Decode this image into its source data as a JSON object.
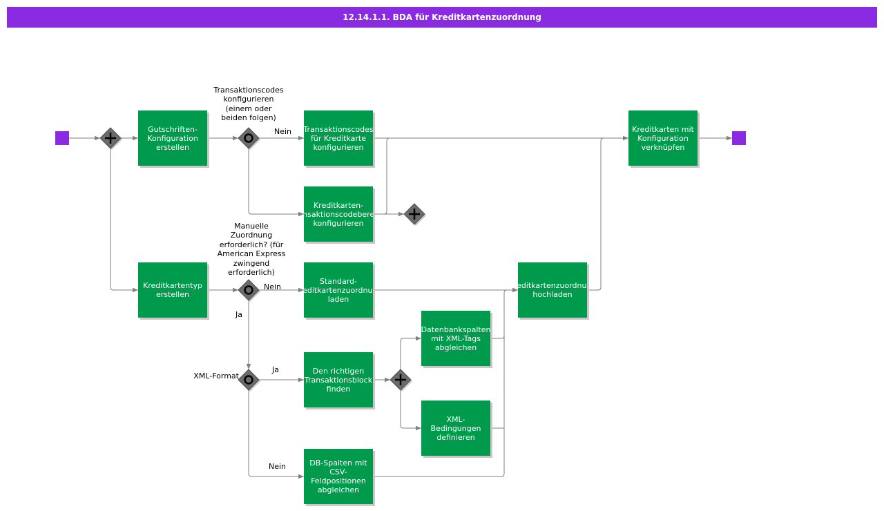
{
  "title": "12.14.1.1. BDA für Kreditkartenzuordnung",
  "colors": {
    "title_bar": "#8a2be2",
    "task": "#009a4c",
    "event": "#8a2be2",
    "gateway": "#6b6b6b",
    "flow": "#7f7f7f"
  },
  "tasks": {
    "gutschriften": "Gutschriften-\nKonfiguration\nerstellen",
    "transaktionscodes": "Transaktionscodes\nfür Kreditkarte\nkonfigurieren",
    "kreditkarten_transaktion": "Kreditkarten-\nTransaktionscodebereich\nkonfigurieren",
    "kreditkartentyp": "Kreditkartentyp\nerstellen",
    "standard": "Standard-\nKreditkartenzuordnung\nladen",
    "hochladen": "Kreditkartenzuordnung\nhochladen",
    "verknuepfen": "Kreditkarten mit\nKonfiguration\nverknüpfen",
    "datenbankspalten": "Datenbankspalten\nmit XML-Tags\nabgleichen",
    "transaktionsblock": "Den richtigen\nTransaktionsblock\nfinden",
    "xml_bedingungen": "XML-\nBedingungen\ndefinieren",
    "db_spalten": "DB-Spalten mit\nCSV-\nFeldpositionen\nabgleichen"
  },
  "gateways": {
    "transaktionscodes_question": "Transaktionscodes\nkonfigurieren\n(einem oder\nbeiden folgen)",
    "manuelle_question": "Manuelle\nZuordnung\nerforderlich? (für\nAmerican Express\nzwingend\nerforderlich)",
    "xml_format": "XML-Format"
  },
  "edges": {
    "nein_1": "Nein",
    "nein_2": "Nein",
    "ja_1": "Ja",
    "ja_2": "Ja",
    "nein_3": "Nein"
  }
}
